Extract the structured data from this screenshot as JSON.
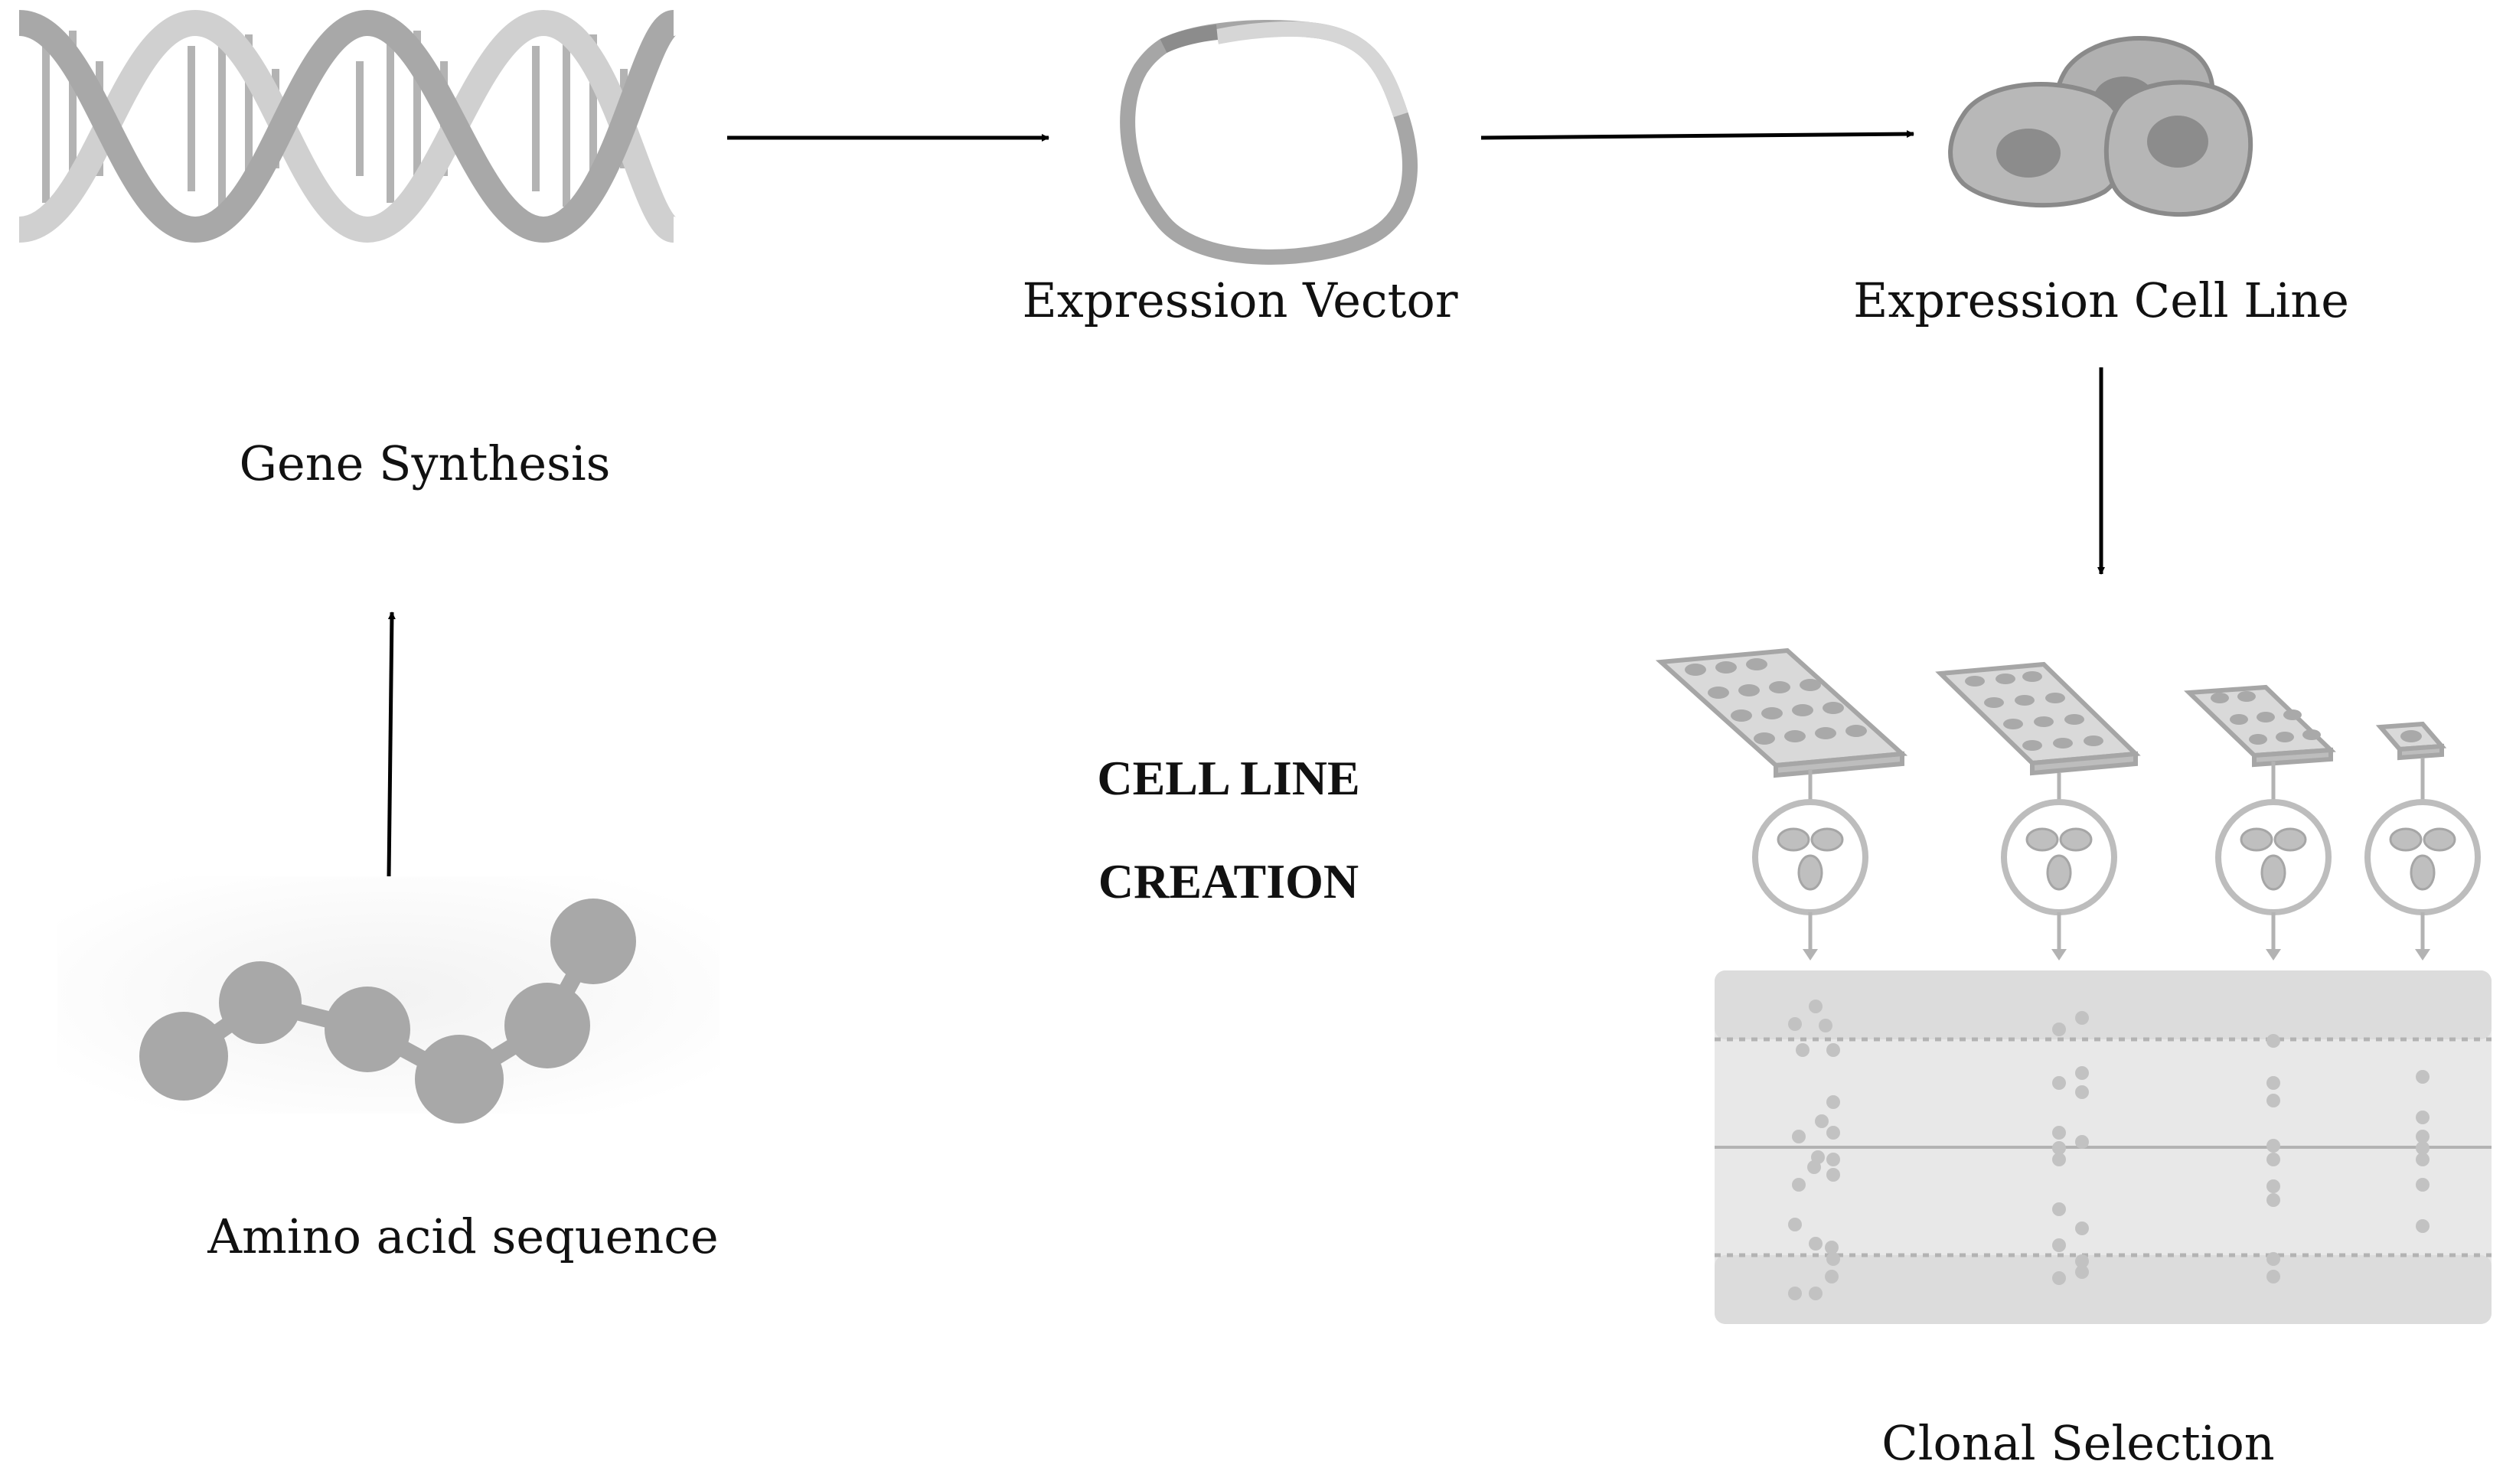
{
  "labels": {
    "gene_synthesis": "Gene Synthesis",
    "expression_vector": "Expression Vector",
    "expression_cell_line": "Expression Cell Line",
    "amino_acid_sequence": "Amino acid sequence",
    "clonal_selection": "Clonal Selection"
  },
  "title": {
    "line1": "CELL LINE",
    "line2": "CREATION"
  },
  "colors": {
    "arrow": "#000000",
    "graphic_gray": "#a6a6a6",
    "graphic_light": "#cfcfcf",
    "panel_bg": "#e6e6e6"
  }
}
